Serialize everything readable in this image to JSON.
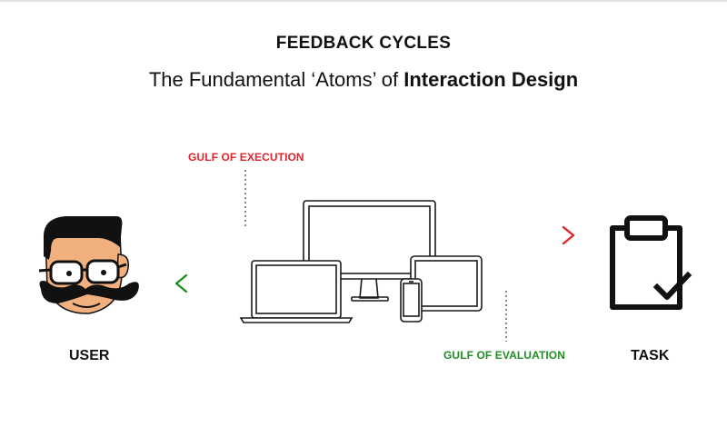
{
  "header": {
    "title": "FEEDBACK CYCLES",
    "subtitle_prefix": "The Fundamental ‘Atoms’ of ",
    "subtitle_bold": "Interaction Design"
  },
  "gulfs": {
    "execution": {
      "label": "GULF OF EXECUTION",
      "color": "#e0252b"
    },
    "evaluation": {
      "label": "GULF OF EVALUATION",
      "color": "#1f8f24"
    }
  },
  "actors": {
    "user": {
      "label": "USER",
      "icon": "user-face-icon"
    },
    "task": {
      "label": "TASK",
      "icon": "clipboard-check-icon"
    }
  },
  "devices": [
    "monitor-icon",
    "laptop-icon",
    "tablet-icon",
    "phone-icon"
  ]
}
